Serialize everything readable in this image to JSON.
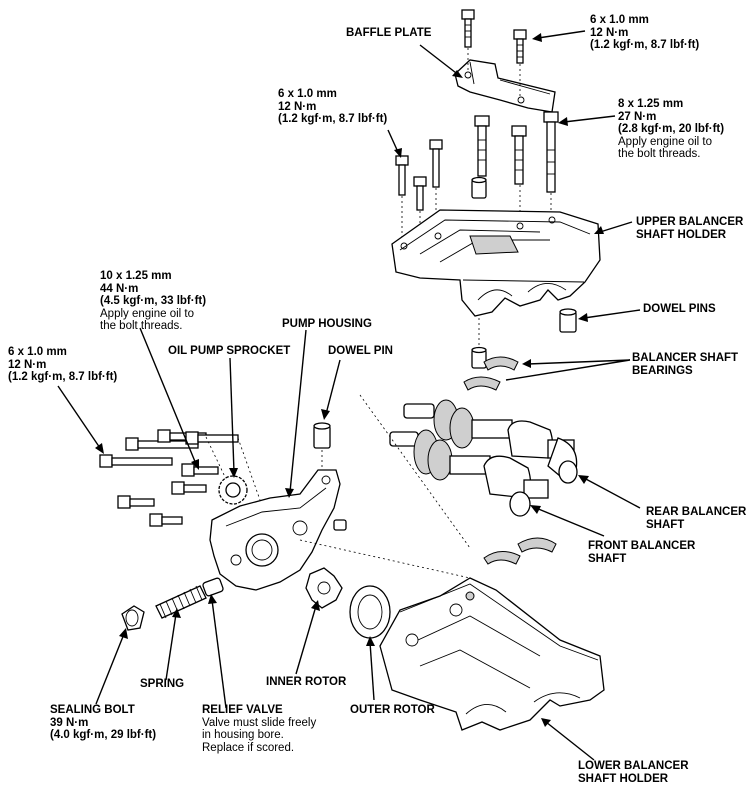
{
  "labels": {
    "baffle_plate": "BAFFLE PLATE",
    "spec_baffle_bolt": [
      "6 x 1.0 mm",
      "12 N·m",
      "(1.2 kgf·m, 8.7 lbf·ft)"
    ],
    "spec_upper_left_bolts": [
      "6 x 1.0 mm",
      "12 N·m",
      "(1.2 kgf·m, 8.7 lbf·ft)"
    ],
    "spec_upper_right_bolts": [
      "8 x 1.25 mm",
      "27 N·m",
      "(2.8 kgf·m, 20 lbf·ft)"
    ],
    "spec_upper_right_note": [
      "Apply engine oil to",
      "the bolt threads."
    ],
    "upper_holder": [
      "UPPER BALANCER",
      "SHAFT HOLDER"
    ],
    "dowel_pins": "DOWEL PINS",
    "bearings": [
      "BALANCER SHAFT",
      "BEARINGS"
    ],
    "spec_pump_10": [
      "10 x 1.25 mm",
      "44 N·m",
      "(4.5 kgf·m, 33 lbf·ft)"
    ],
    "spec_pump_10_note": [
      "Apply engine oil to",
      "the bolt threads."
    ],
    "pump_housing": "PUMP HOUSING",
    "oil_pump_sprocket": "OIL PUMP SPROCKET",
    "dowel_pin": "DOWEL PIN",
    "spec_pump_6": [
      "6 x 1.0 mm",
      "12 N·m",
      "(1.2 kgf·m, 8.7 lbf·ft)"
    ],
    "rear_shaft": [
      "REAR BALANCER",
      "SHAFT"
    ],
    "front_shaft": [
      "FRONT BALANCER",
      "SHAFT"
    ],
    "spring": "SPRING",
    "inner_rotor": "INNER ROTOR",
    "outer_rotor": "OUTER ROTOR",
    "sealing_bolt": [
      "SEALING BOLT",
      "39 N·m",
      "(4.0 kgf·m, 29 lbf·ft)"
    ],
    "relief_valve": "RELIEF VALVE",
    "relief_valve_note": [
      "Valve must slide freely",
      "in housing bore.",
      "Replace if scored."
    ],
    "lower_holder": [
      "LOWER BALANCER",
      "SHAFT HOLDER"
    ]
  }
}
